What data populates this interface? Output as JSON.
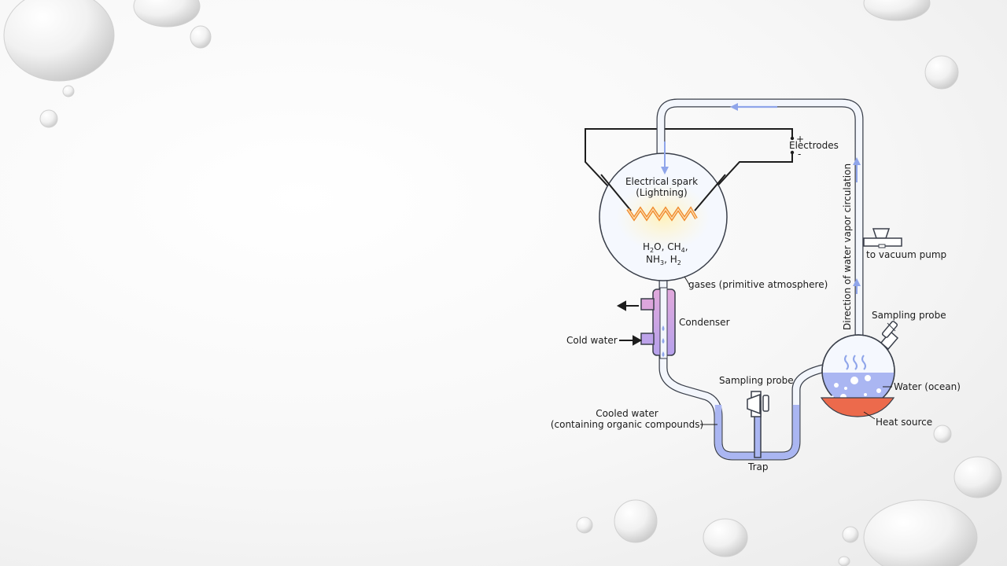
{
  "diagram": {
    "labels": {
      "electrodes": "Electrodes",
      "plus": "+",
      "minus": "-",
      "spark_line1": "Electrical spark",
      "spark_line2": "(Lightning)",
      "gas_h2o": "H",
      "gas_h2o_sub": "2",
      "gas_h2o_rest": "O, CH",
      "gas_ch4_sub": "4",
      "gas_comma": ",",
      "gas_nh3": "NH",
      "gas_nh3_sub": "3",
      "gas_h2": ", H",
      "gas_h2_sub": "2",
      "gases": "gases (primitive atmosphere)",
      "condenser": "Condenser",
      "cold_water": "Cold water",
      "cooled_water_line1": "Cooled water",
      "cooled_water_line2": "(containing organic compounds)",
      "sampling_probe_trap": "Sampling probe",
      "trap": "Trap",
      "sampling_probe_flask": "Sampling probe",
      "water_ocean": "Water (ocean)",
      "heat_source": "Heat source",
      "vacuum_pump": "to vacuum pump",
      "circulation": "Direction of water vapor circulation"
    },
    "colors": {
      "tube_fill": "#f3f6fc",
      "tube_stroke": "#3a3f4a",
      "arrow_flow": "#8fa5ea",
      "condenser": "#c89be0",
      "water": "#aab6f2",
      "heat": "#ec6a4c",
      "spark": "#f08a2c"
    }
  }
}
